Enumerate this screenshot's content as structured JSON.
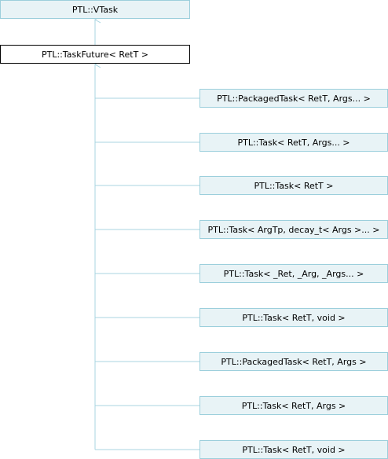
{
  "diagram": {
    "colors": {
      "edge": "#a8d4e0",
      "node_fill": "#e8f3f6",
      "node_border": "#9ccfdc",
      "current_border": "#000000"
    },
    "base": {
      "label": "PTL::VTask"
    },
    "current": {
      "label": "PTL::TaskFuture< RetT >"
    },
    "derived": [
      {
        "label": "PTL::PackagedTask< RetT, Args... >"
      },
      {
        "label": "PTL::Task< RetT, Args... >"
      },
      {
        "label": "PTL::Task< RetT >"
      },
      {
        "label": "PTL::Task< ArgTp, decay_t< Args >... >"
      },
      {
        "label": "PTL::Task< _Ret, _Arg, _Args... >"
      },
      {
        "label": "PTL::Task< RetT, void >"
      },
      {
        "label": "PTL::PackagedTask< RetT, Args >"
      },
      {
        "label": "PTL::Task< RetT, Args >"
      },
      {
        "label": "PTL::Task< RetT, void >"
      }
    ]
  }
}
